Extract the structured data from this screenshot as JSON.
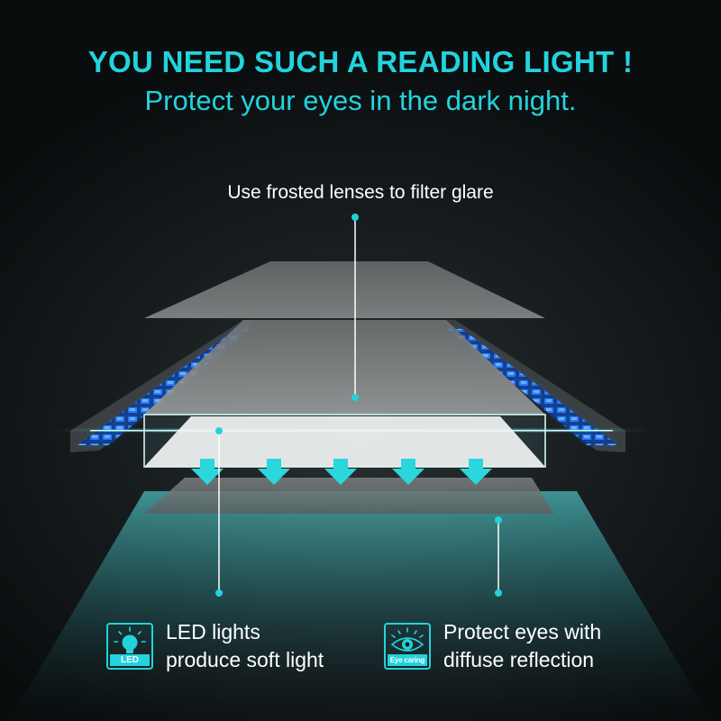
{
  "headline": "YOU NEED SUCH A READING LIGHT !",
  "subheadline": "Protect your eyes in the dark night.",
  "callouts": {
    "lens": "Use frosted lenses to filter glare"
  },
  "features": [
    {
      "icon": "led-bulb-icon",
      "badge_label": "LED",
      "line1": "LED lights",
      "line2": "produce soft light"
    },
    {
      "icon": "eye-icon",
      "badge_label": "Eye caring",
      "line1": "Protect eyes with",
      "line2": "diffuse reflection"
    }
  ],
  "colors": {
    "accent": "#22d3dc",
    "text": "#ffffff",
    "background": "#0b0f10",
    "led_blue": "#1e6fff"
  }
}
